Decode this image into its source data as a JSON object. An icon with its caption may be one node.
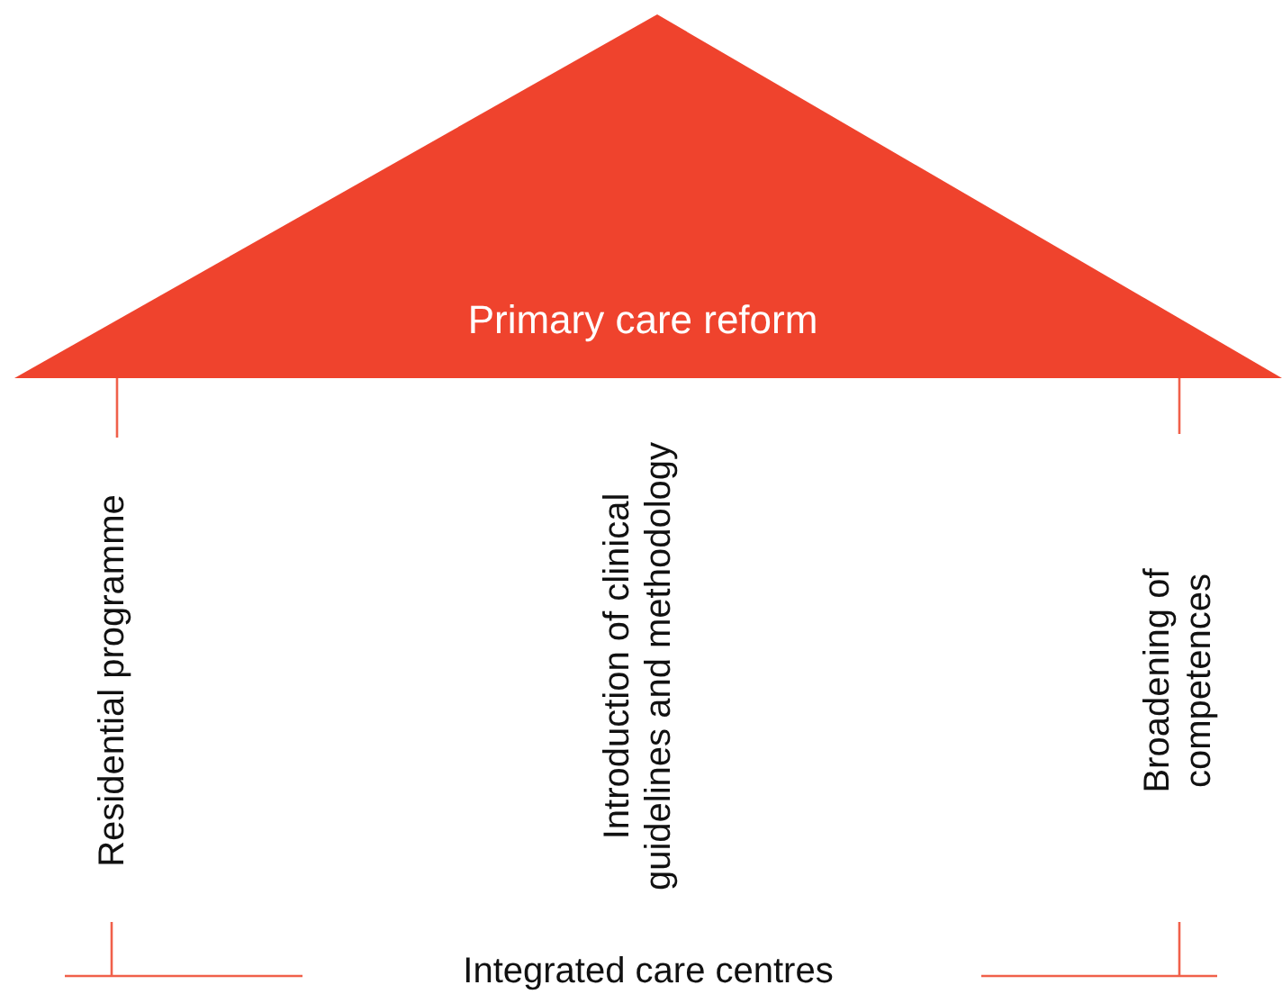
{
  "diagram": {
    "nodes": [
      {
        "text": [
          "Primary care reform"
        ]
      }
    ],
    "labels": [
      "Residential programme",
      "Introduction of clinical guidelines and methodology",
      "Broadening of competences",
      "Integrated care centres"
    ]
  }
}
